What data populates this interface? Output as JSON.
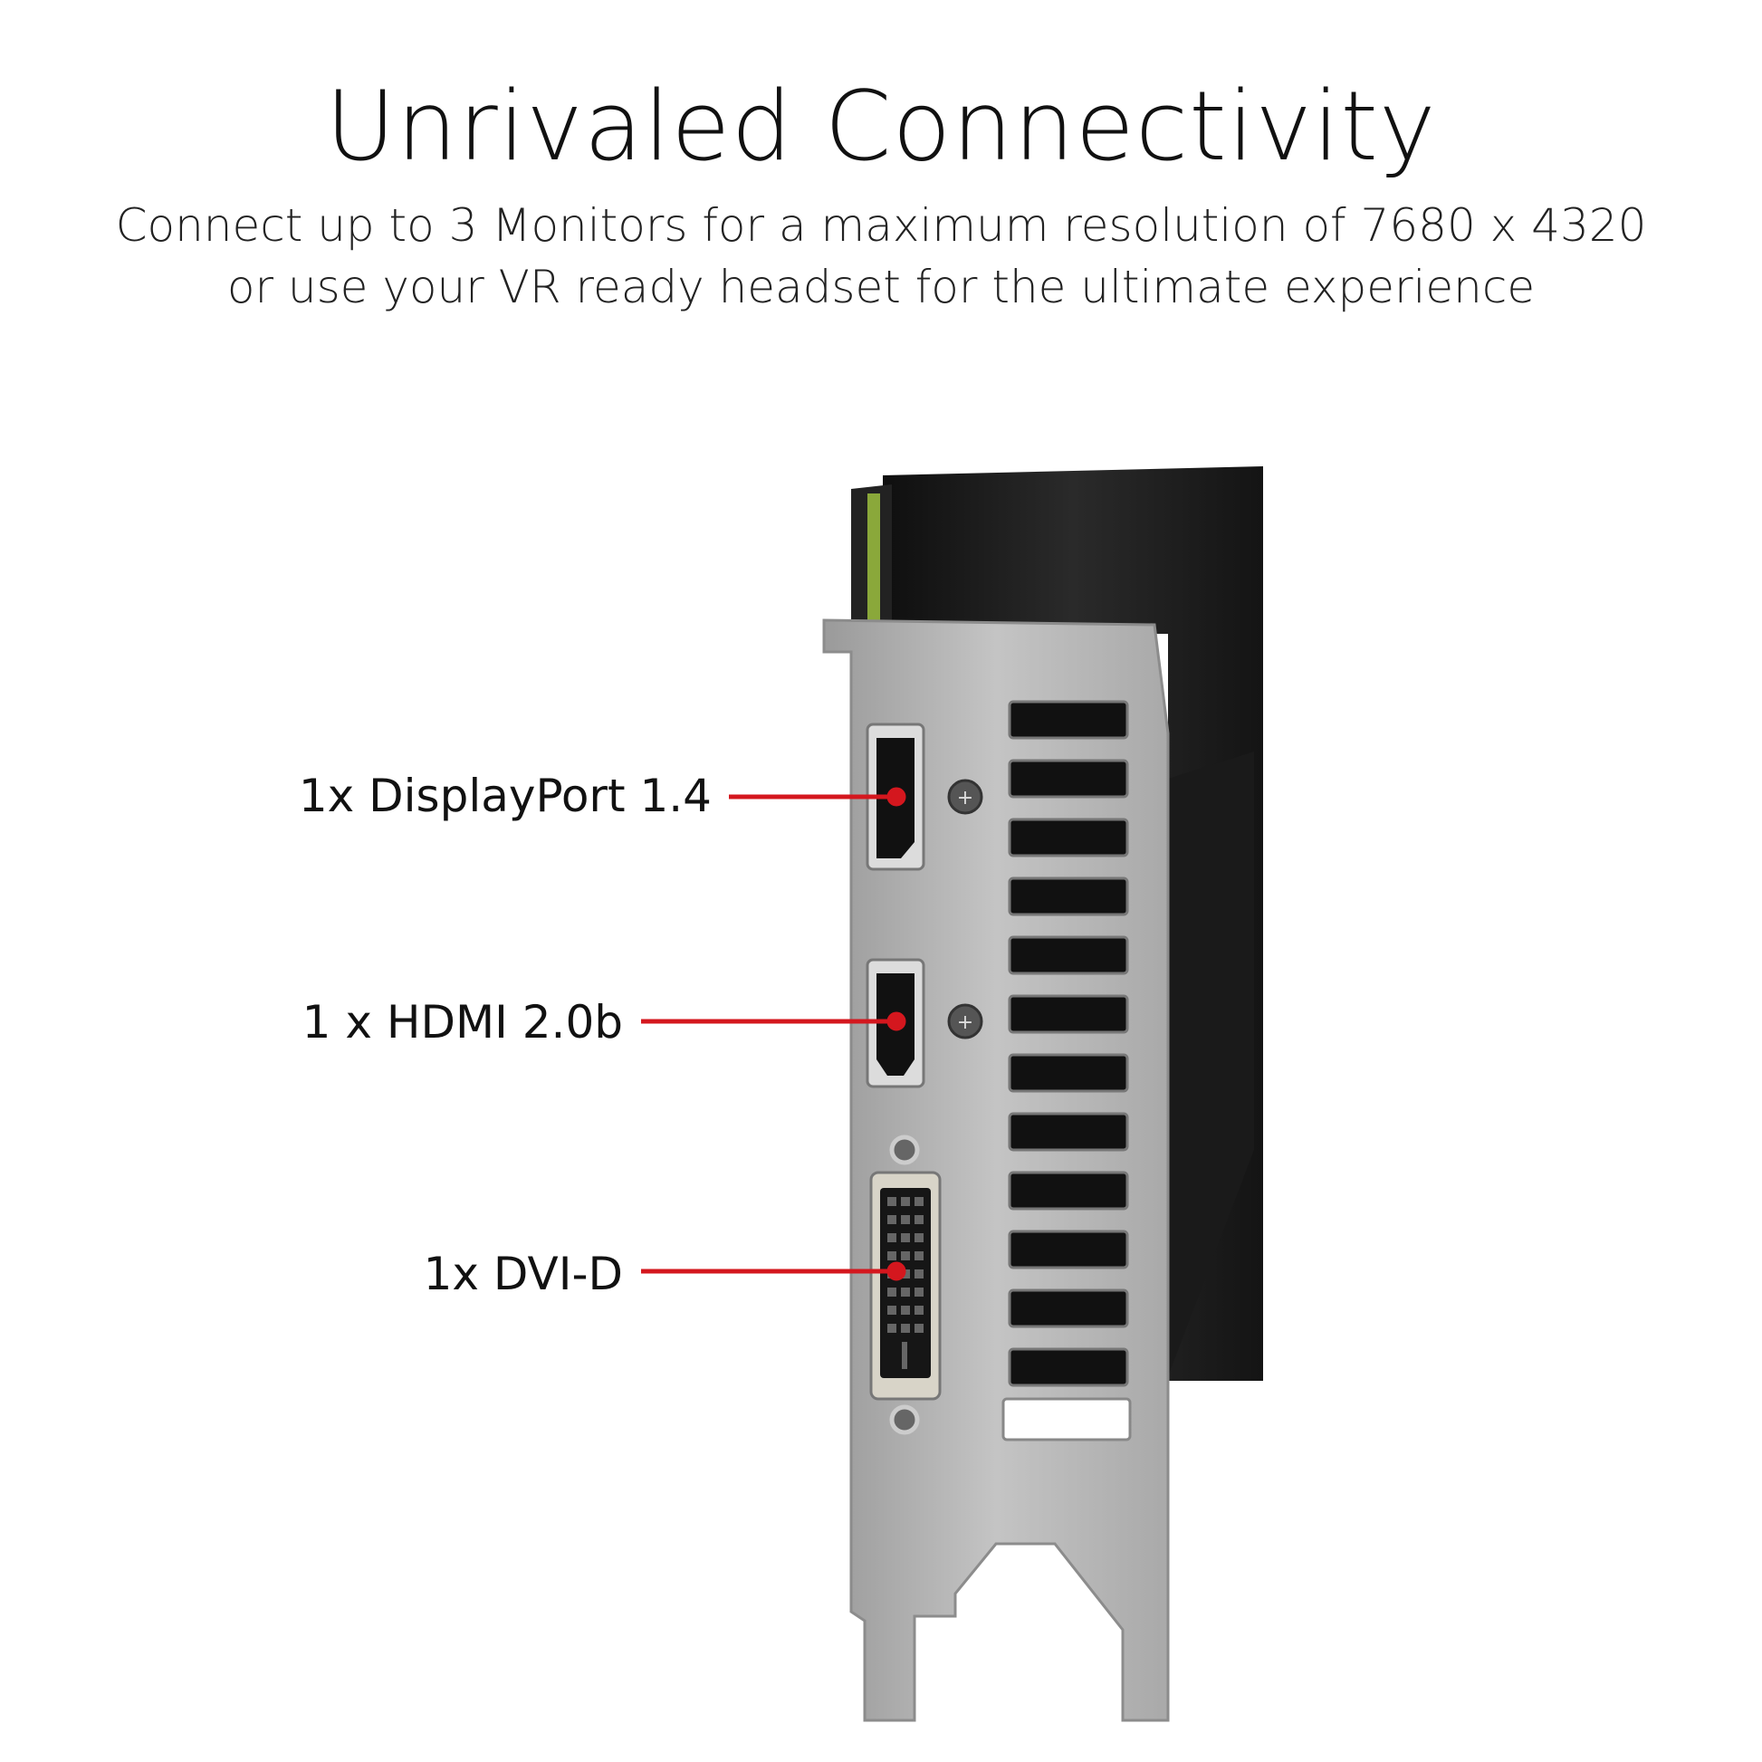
{
  "heading": {
    "title": "Unrivaled Connectivity",
    "line1": "Connect up to 3 Monitors for a maximum resolution of 7680 x 4320",
    "line2": "or use your VR ready headset for the ultimate experience"
  },
  "ports": [
    {
      "label": "1x DisplayPort 1.4"
    },
    {
      "label": "1 x HDMI 2.0b"
    },
    {
      "label": "1x DVI-D"
    }
  ],
  "colors": {
    "callout": "#d4171e",
    "bracket": "#b8b8b8",
    "card": "#1c1c1c"
  }
}
